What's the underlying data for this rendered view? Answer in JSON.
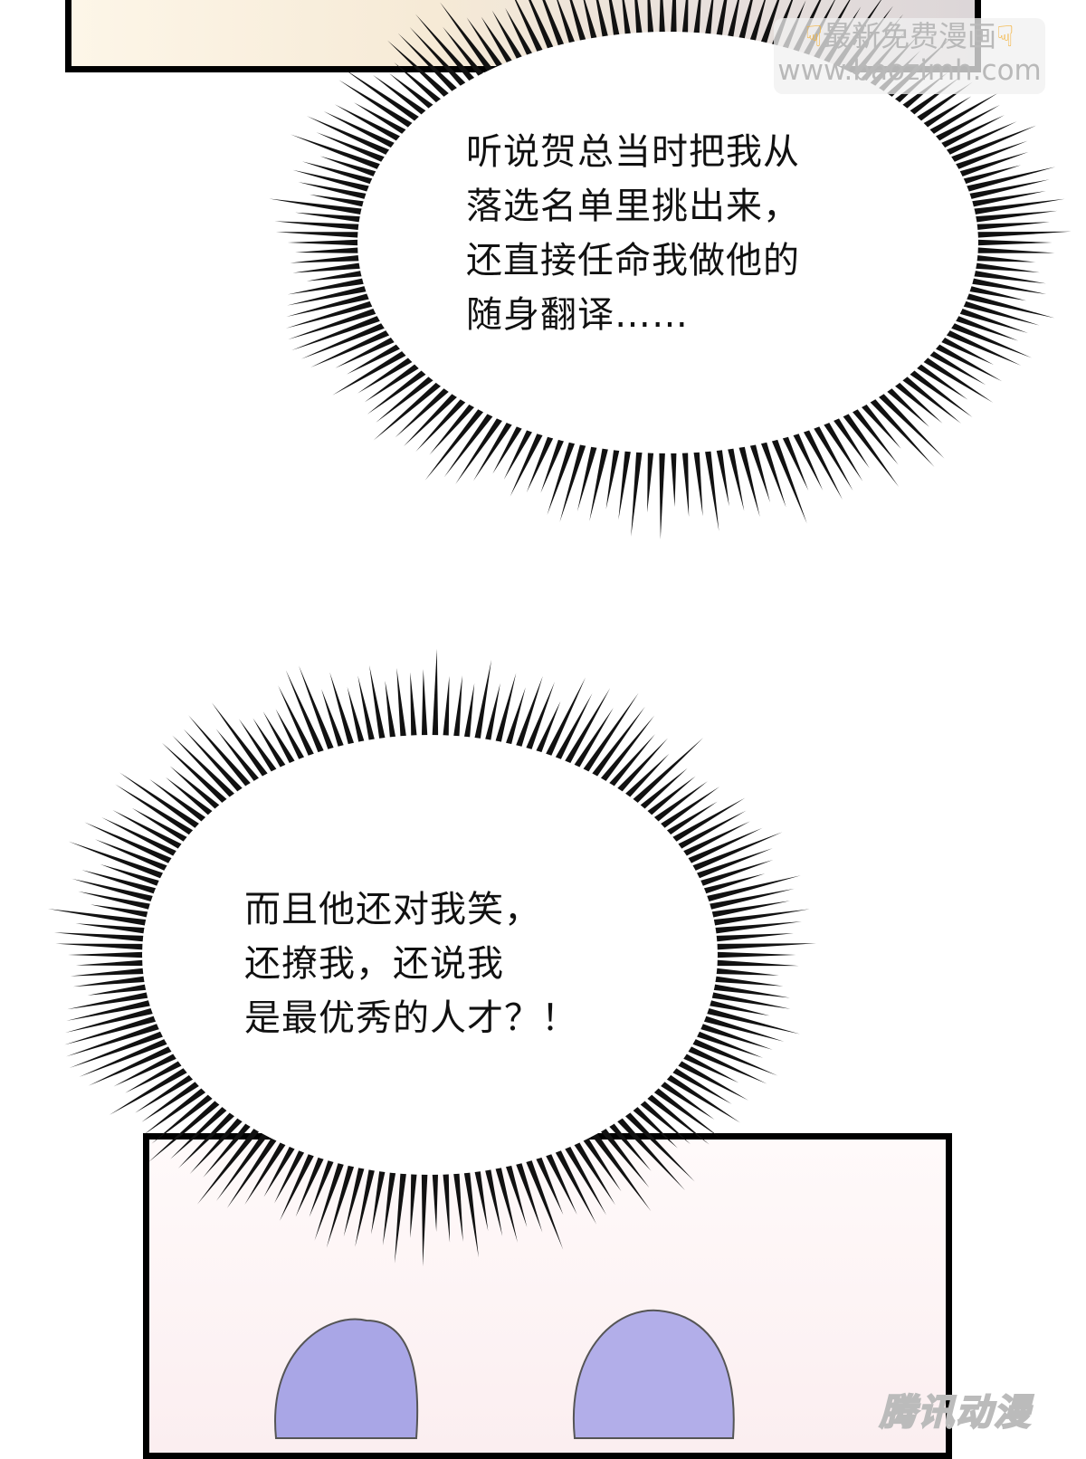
{
  "bubbles": [
    {
      "lines": "听说贺总当时把我从\n落选名单里挑出来，\n还直接任命我做他的\n随身翻译……"
    },
    {
      "lines": "而且他还对我笑，\n还撩我，还说我\n是最优秀的人才？！"
    }
  ],
  "watermark": {
    "line1": "最新免费漫画",
    "line2": "www.baozimh.com",
    "icon": "pointing-down-hand-icon"
  },
  "publisher_logo": "腾讯动漫",
  "colors": {
    "hair": "#a9a6e6",
    "panel_bg": "#fcf2f3"
  }
}
